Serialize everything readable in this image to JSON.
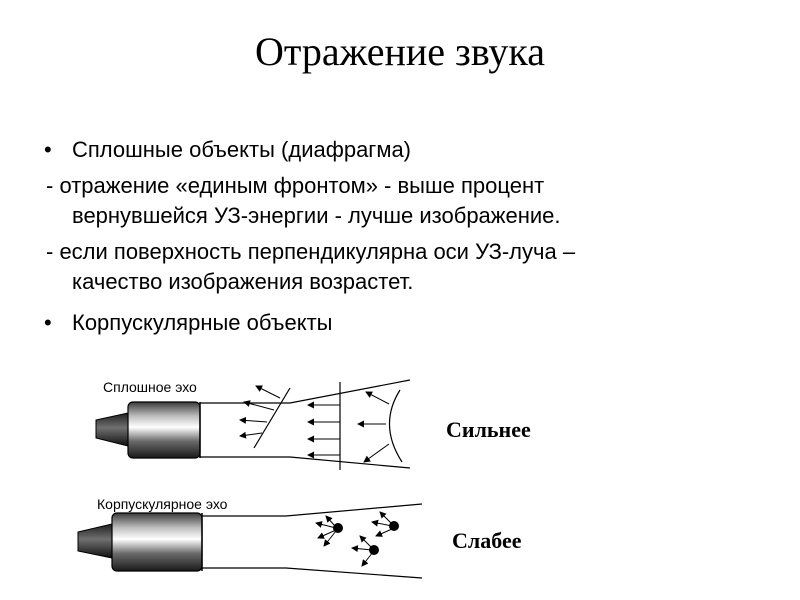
{
  "title": "Отражение звука",
  "bullets": {
    "solid_objects": "Сплошные объекты (диафрагма)",
    "reflection_line1": "- отражение «единым фронтом» - выше процент",
    "reflection_line2": "вернувшейся УЗ-энергии - лучше изображение.",
    "perpendicular_line1": "- если поверхность перпендикулярна оси УЗ-луча –",
    "perpendicular_line2": "качество изображения возрастет.",
    "corpuscular_objects": "Корпускулярные объекты",
    "bullet_symbol": "•"
  },
  "diagram": {
    "solid_echo_label": "Сплошное эхо",
    "solid_echo_result": "Сильнее",
    "corpuscular_echo_label": "Корпускулярное эхо",
    "corpuscular_echo_result": "Слабее"
  }
}
